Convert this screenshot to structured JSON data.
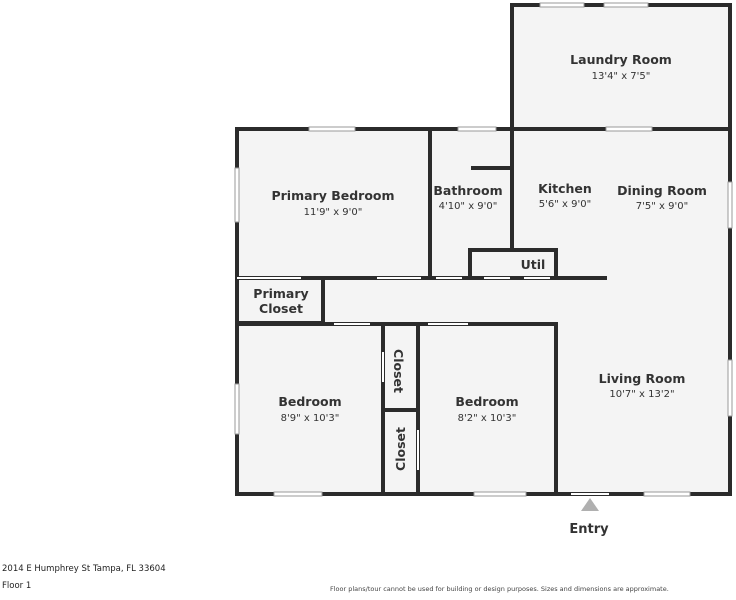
{
  "rooms": {
    "laundry_room": {
      "name": "Laundry Room",
      "dims": "13'4\" x 7'5\""
    },
    "primary_bedroom": {
      "name": "Primary Bedroom",
      "dims": "11'9\" x 9'0\""
    },
    "bathroom": {
      "name": "Bathroom",
      "dims": "4'10\" x 9'0\""
    },
    "kitchen": {
      "name": "Kitchen",
      "dims": "5'6\" x 9'0\""
    },
    "dining_room": {
      "name": "Dining Room",
      "dims": "7'5\" x 9'0\""
    },
    "util": {
      "name": "Util"
    },
    "primary_closet": {
      "name_line1": "Primary",
      "name_line2": "Closet"
    },
    "bedroom_1": {
      "name": "Bedroom",
      "dims": "8'9\" x 10'3\""
    },
    "bedroom_2": {
      "name": "Bedroom",
      "dims": "8'2\" x 10'3\""
    },
    "closet_1": {
      "name": "Closet"
    },
    "closet_2": {
      "name": "Closet"
    },
    "living_room": {
      "name": "Living Room",
      "dims": "10'7\" x 13'2\""
    }
  },
  "entry": {
    "label": "Entry"
  },
  "footer": {
    "address": "2014 E Humphrey St Tampa, FL 33604",
    "floor": "Floor 1",
    "disclaimer": "Floor plans/tour cannot be used for building or design purposes. Sizes and dimensions are approximate."
  },
  "colors": {
    "wall": "#2b2b2b",
    "floor": "#f4f4f4",
    "window": "#ffffff"
  }
}
